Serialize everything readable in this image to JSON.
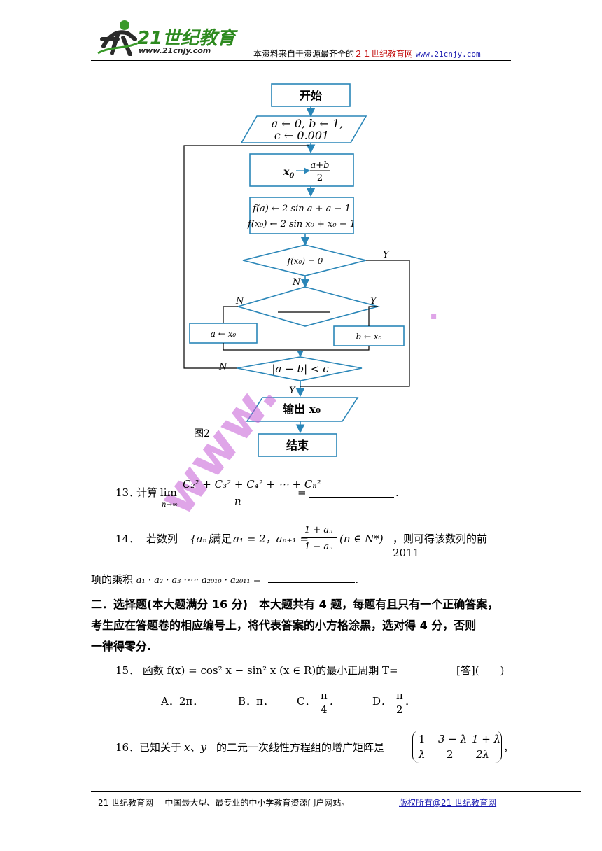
{
  "header": {
    "logo_text": "21世纪教育",
    "logo_url": "www.21cnjy.com",
    "notice_prefix": "本资料来自于资源最齐全的",
    "notice_site": "２１世纪教育网",
    "notice_url": "www.21cnjy.com"
  },
  "flowchart": {
    "start": "开始",
    "init_line1": "a ← 0, b ← 1,",
    "init_line2": "c ← 0.001",
    "assign_x0_lhs": "x",
    "assign_x0_sub": "0",
    "assign_num": "a+b",
    "assign_den": "2",
    "fa_line": "f(a) ← 2 sin a + a − 1",
    "fx0_line": "f(x₀) ← 2 sin x₀ + x₀ − 1",
    "decision1": "f(x₀) = 0",
    "decision3": "|a − b| < c",
    "left_assign": "a ← x₀",
    "right_assign": "b ← x₀",
    "yes": "Y",
    "no": "N",
    "output": "输出 x₀",
    "end": "结束",
    "caption": "图2",
    "colors": {
      "box": "#2a86b8",
      "line": "#000000"
    }
  },
  "questions": {
    "q13_num": "13．",
    "q13_text": "计算",
    "q13_lim": "lim",
    "q13_lim_sub": "n→∞",
    "q13_numerator": "C₂² + C₃² + C₄² + ⋯ + Cₙ²",
    "q13_denominator": "n",
    "q13_eq": "=",
    "q13_end": ".",
    "q14_num": "14．",
    "q14_text1": "若数列",
    "q14_seq": "{aₙ}",
    "q14_text2": "满足",
    "q14_cond": "a₁ = 2，aₙ₊₁ =",
    "q14_frac_num": "1 + aₙ",
    "q14_frac_den": "1 − aₙ",
    "q14_domain": "(n ∈ N*)",
    "q14_text3": "，则可得该数列的前 2011",
    "q14_line2": "项的乘积",
    "q14_product": "a₁ · a₂ · a₃ ·⋯· a₂₀₁₀ · a₂₀₁₁ =",
    "q14_end": ".",
    "section_title": "二．选择题(本大题满分 16 分)　本大题共有 4 题，每题有且只有一个正确答案，",
    "section_line2": "考生应在答题卷的相应编号上，将代表答案的小方格涂黑，选对得 4 分，否则",
    "section_line3": "一律得零分.",
    "q15_num": "15．",
    "q15_text": "函数 f(x) = cos² x − sin² x (x ∈ R)的最小正周期 T=",
    "q15_answer_tag": "[答](　　)",
    "q15_options": [
      {
        "label": "A．",
        "value": "2π．"
      },
      {
        "label": "B．",
        "value": "π．"
      },
      {
        "label": "C．",
        "num": "π",
        "den": "4",
        "tail": "．"
      },
      {
        "label": "D．",
        "num": "π",
        "den": "2",
        "tail": "．"
      }
    ],
    "q16_num": "16．",
    "q16_text1": "已知关于",
    "q16_vars": "x、y",
    "q16_text2": "的二元一次线性方程组的增广矩阵是",
    "q16_matrix": [
      [
        "1",
        "3 − λ",
        "1 + λ"
      ],
      [
        "λ",
        "2",
        "2λ"
      ]
    ],
    "q16_end": "，"
  },
  "watermark": {
    "text": "www.",
    "dot": "."
  },
  "footer": {
    "left": "21 世纪教育网 -- 中国最大型、最专业的中小学教育资源门户网站。",
    "right": "版权所有@21 世纪教育网"
  }
}
